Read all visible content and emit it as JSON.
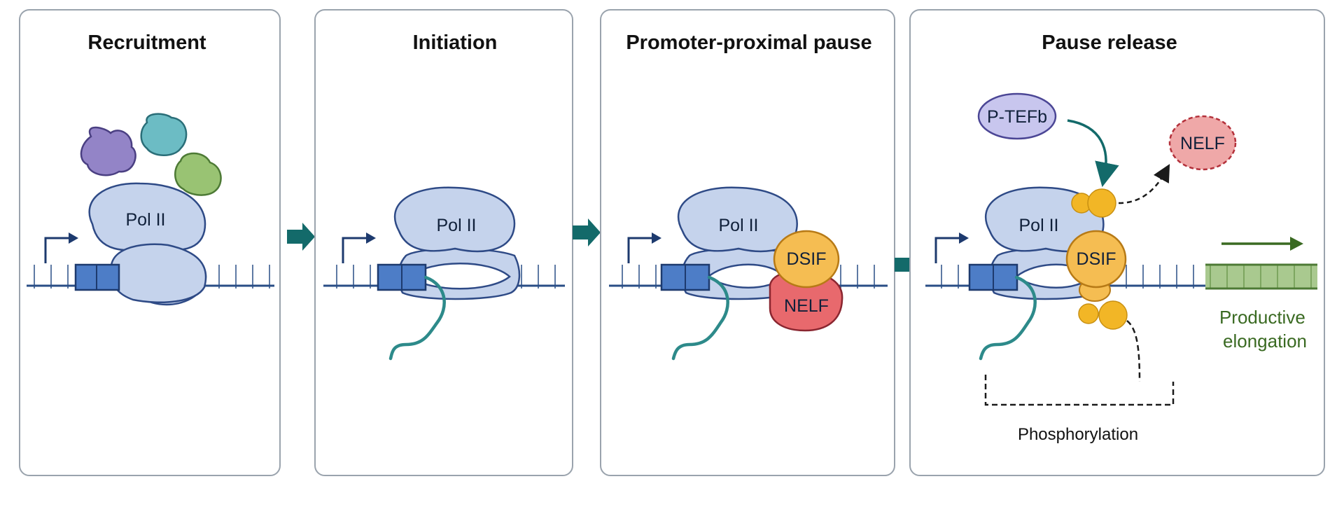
{
  "panels": [
    {
      "title": "Recruitment",
      "pol": "Pol II"
    },
    {
      "title": "Initiation",
      "pol": "Pol II"
    },
    {
      "title": "Promoter-proximal pause",
      "pol": "Pol II",
      "dsif": "DSIF",
      "nelf": "NELF"
    },
    {
      "title": "Pause release",
      "pol": "Pol II",
      "dsif": "DSIF",
      "ptefb": "P-TEFb",
      "nelf_released": "NELF",
      "elongation_line1": "Productive",
      "elongation_line2": "elongation",
      "phospho": "Phosphorylation"
    }
  ],
  "colors": {
    "panel_border": "#9aa3ad",
    "polymerase": "#c5d3ec",
    "polymerase_edge": "#2e4a86",
    "dna": "#294d86",
    "promoter_box": "#4d7dc7",
    "rna": "#2d8a8a",
    "dsif": "#f5bd52",
    "nelf": "#e8696d",
    "ptefb": "#c8c6ee",
    "phospho": "#f2b626",
    "arrow_teal": "#136a6a",
    "elongation_green": "#3a6a22"
  }
}
